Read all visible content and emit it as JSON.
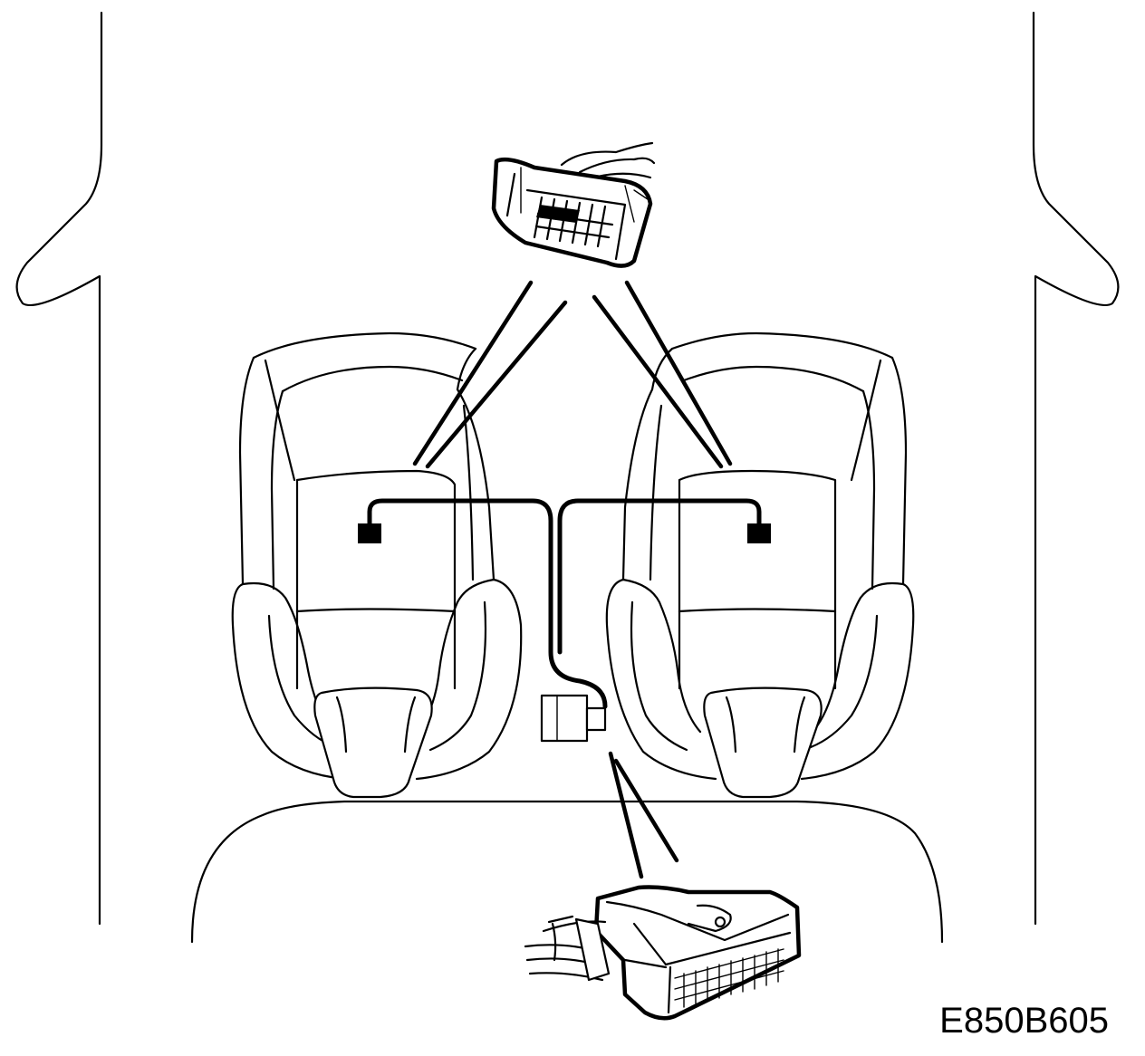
{
  "figure": {
    "id_label": "E850B605"
  },
  "parts": [
    {
      "name": "upper-connector",
      "icon": "wiring-connector-icon"
    },
    {
      "name": "left-front-seat",
      "icon": "car-seat-icon"
    },
    {
      "name": "right-front-seat",
      "icon": "car-seat-icon"
    },
    {
      "name": "center-connector",
      "icon": "plug-icon"
    },
    {
      "name": "control-module-connector",
      "icon": "multi-pin-connector-icon"
    }
  ],
  "colors": {
    "line": "#000000",
    "background": "#ffffff"
  }
}
